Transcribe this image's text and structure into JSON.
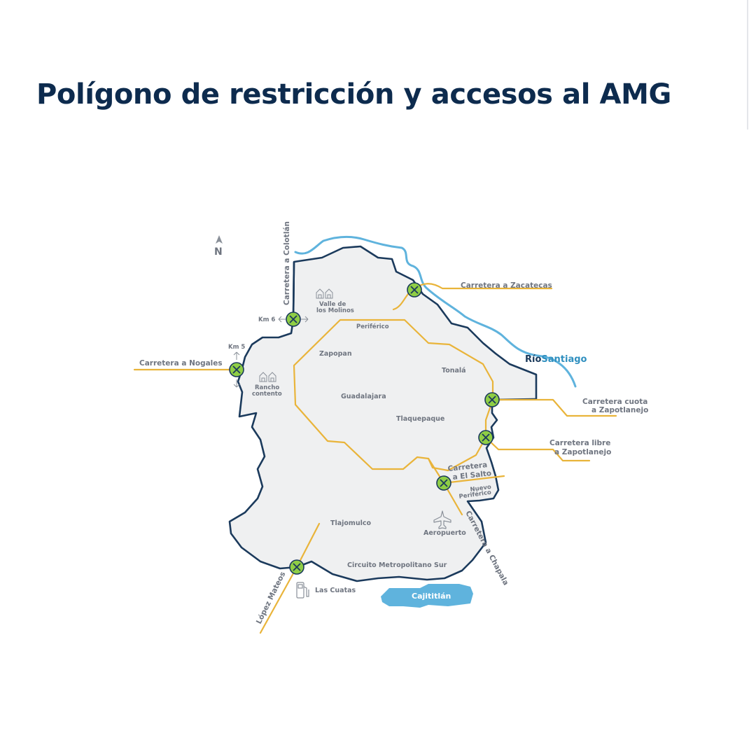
{
  "title": "Polígono de restricción y accesos al AMG",
  "north_label": "N",
  "river": {
    "prefix": "Río",
    "name": "Santiago"
  },
  "lake": "Cajititlán",
  "roads": {
    "colotlan": "Carretera a Colotlán",
    "zacatecas": "Carretera a Zacatecas",
    "nogales": "Carretera a Nogales",
    "cuota_zap_1": "Carretera cuota",
    "cuota_zap_2": "a Zapotlanejo",
    "libre_zap_1": "Carretera libre",
    "libre_zap_2": "a Zapotlanejo",
    "elsalto_1": "Carretera",
    "elsalto_2": "a El Salto",
    "chapala": "Carretera a Chapala",
    "lopez_mateos": "López Mateos",
    "nuevo_periferico_1": "Nuevo",
    "nuevo_periferico_2": "Periférico",
    "periferico": "Periférico",
    "circuito": "Circuito Metropolitano Sur"
  },
  "places": {
    "zapopan": "Zapopan",
    "tonala": "Tonalá",
    "guadalajara": "Guadalajara",
    "tlaquepaque": "Tlaquepaque",
    "tlajomulco": "Tlajomulco",
    "aeropuerto": "Aeropuerto",
    "las_cuatas": "Las Cuatas",
    "valle_1": "Valle de",
    "valle_2": "los Molinos",
    "rancho_1": "Rancho",
    "rancho_2": "contento"
  },
  "markers": {
    "km6": "Km 6",
    "km5": "Km 5"
  },
  "colors": {
    "title": "#0d2b4e",
    "boundary": "#1b3a5c",
    "area_fill": "#eff0f1",
    "river": "#5fb3dd",
    "road": "#e9b43a",
    "checkpoint": "#8fce45",
    "label": "#6f7580",
    "lake": "#5fb3dd"
  }
}
